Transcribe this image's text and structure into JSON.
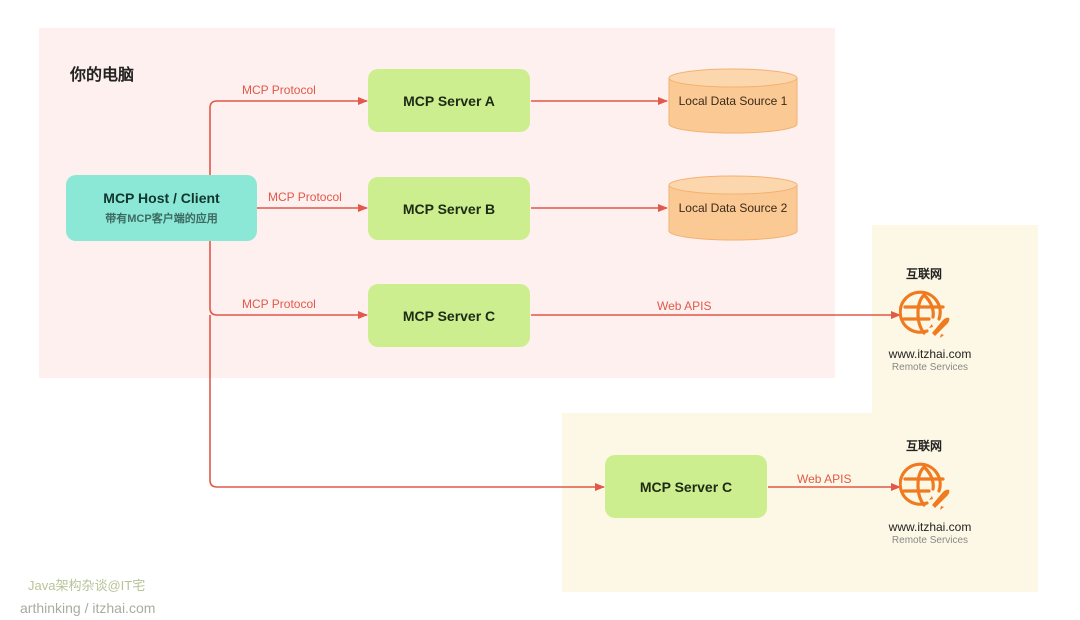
{
  "zones": {
    "pc_title": "你的电脑"
  },
  "host": {
    "title": "MCP Host / Client",
    "subtitle": "带有MCP客户端的应用"
  },
  "servers": {
    "a": "MCP Server A",
    "b": "MCP Server B",
    "c": "MCP Server C",
    "c2": "MCP Server C"
  },
  "datasources": {
    "ds1": "Local Data Source 1",
    "ds2": "Local Data Source 2"
  },
  "edges": {
    "protocol_a": "MCP Protocol",
    "protocol_b": "MCP Protocol",
    "protocol_c": "MCP Protocol",
    "web_apis_1": "Web APIS",
    "web_apis_2": "Web APIS"
  },
  "internet": [
    {
      "title": "互联网",
      "url": "www.itzhai.com",
      "sub": "Remote Services"
    },
    {
      "title": "互联网",
      "url": "www.itzhai.com",
      "sub": "Remote Services"
    }
  ],
  "watermark": {
    "line1": "Java架构杂谈@IT宅",
    "line2": "arthinking / itzhai.com"
  },
  "colors": {
    "edge": "#e2584a",
    "globe": "#f07a1f",
    "server_fill": "#cdee8f",
    "host_fill": "#8be8d6",
    "db_fill": "#fbc993"
  }
}
